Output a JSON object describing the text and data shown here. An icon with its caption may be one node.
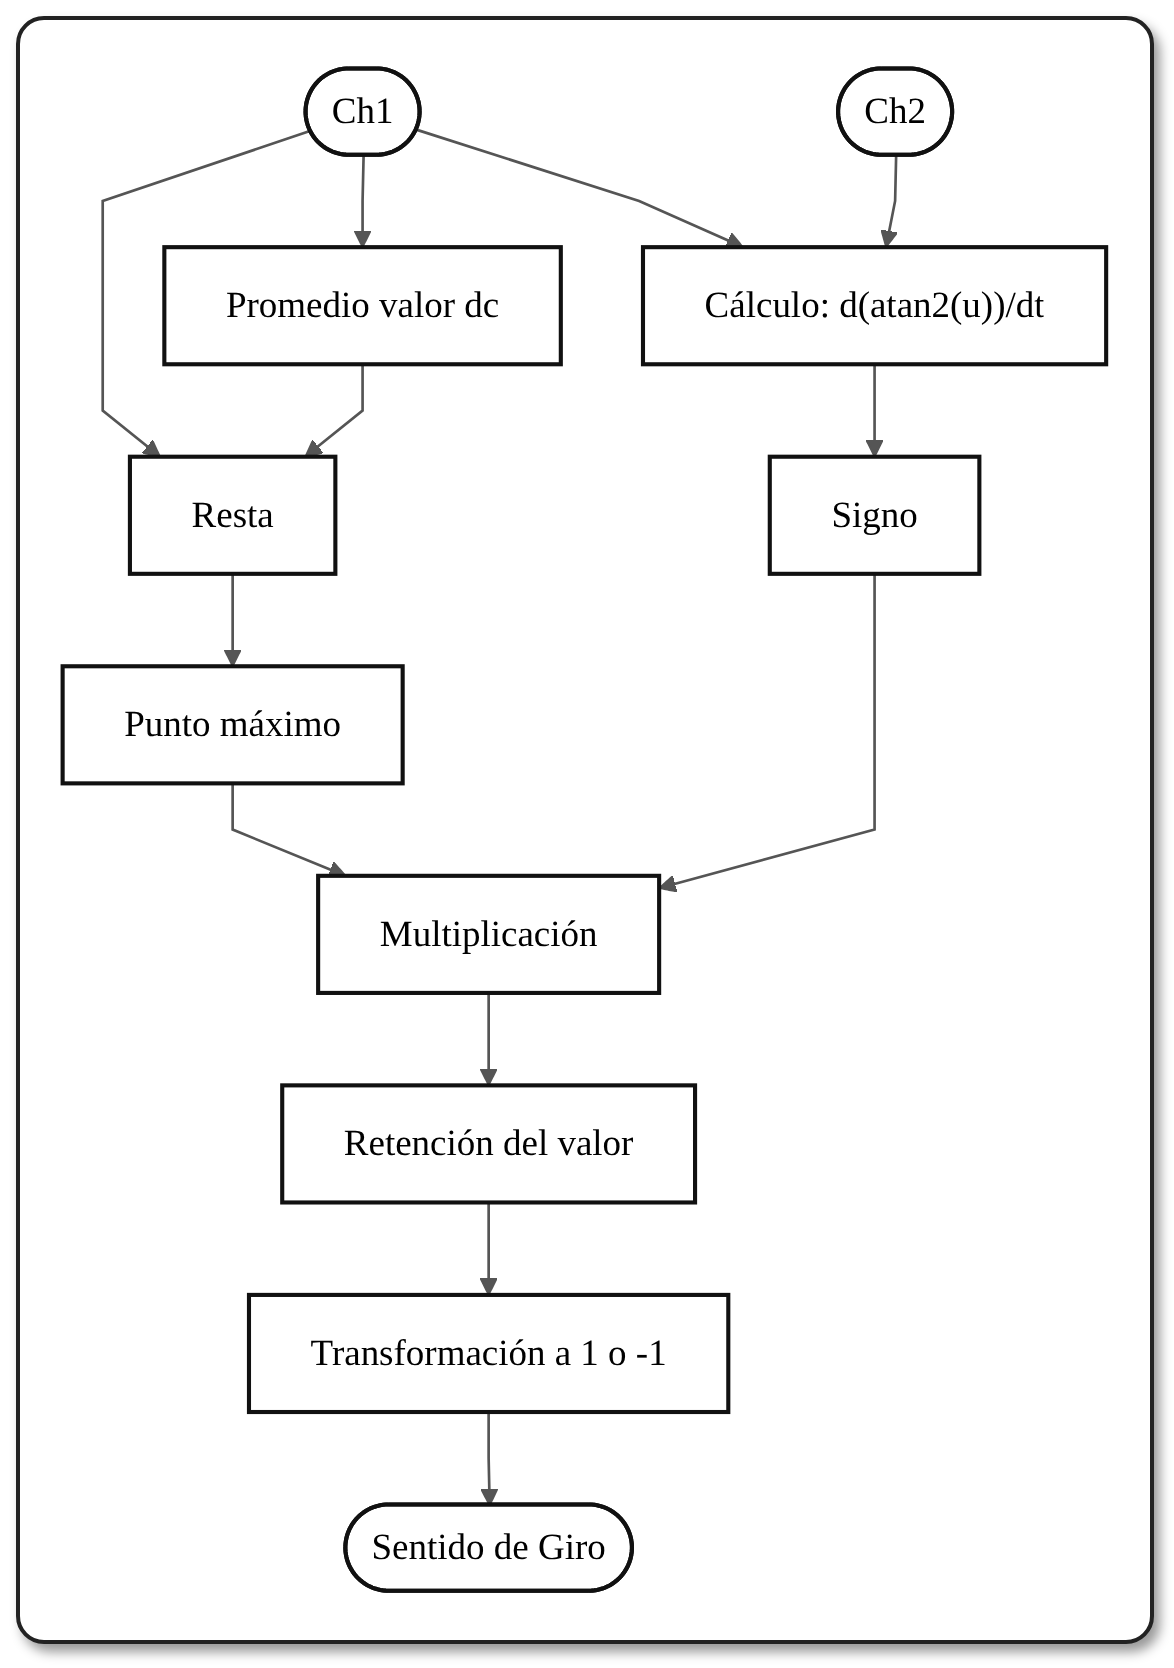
{
  "diagram": {
    "nodes": [
      {
        "text": [
          "Ch1"
        ]
      },
      {
        "text": [
          "Ch2"
        ]
      },
      {
        "text": [
          "Promedio valor dc"
        ]
      },
      {
        "text": [
          "Cálculo: d(atan2(u))/dt"
        ]
      },
      {
        "text": [
          "Resta"
        ]
      },
      {
        "text": [
          "Signo"
        ]
      },
      {
        "text": [
          "Punto máximo"
        ]
      },
      {
        "text": [
          "Multiplicación"
        ]
      },
      {
        "text": [
          "Retención del valor"
        ]
      },
      {
        "text": [
          "Transformación a 1 o -1"
        ]
      },
      {
        "text": [
          "Sentido de Giro"
        ]
      }
    ],
    "edges": [
      {
        "from": 0,
        "to": 2,
        "arrow": "to"
      },
      {
        "from": 0,
        "to": 4,
        "arrow": "to"
      },
      {
        "from": 0,
        "to": 3,
        "arrow": "to"
      },
      {
        "from": 1,
        "to": 3,
        "arrow": "to"
      },
      {
        "from": 2,
        "to": 4,
        "arrow": "to"
      },
      {
        "from": 3,
        "to": 5,
        "arrow": "to"
      },
      {
        "from": 4,
        "to": 6,
        "arrow": "to"
      },
      {
        "from": 6,
        "to": 7,
        "arrow": "to"
      },
      {
        "from": 5,
        "to": 7,
        "arrow": "to"
      },
      {
        "from": 7,
        "to": 8,
        "arrow": "to"
      },
      {
        "from": 8,
        "to": 9,
        "arrow": "to"
      },
      {
        "from": 9,
        "to": 10,
        "arrow": "to"
      }
    ]
  }
}
